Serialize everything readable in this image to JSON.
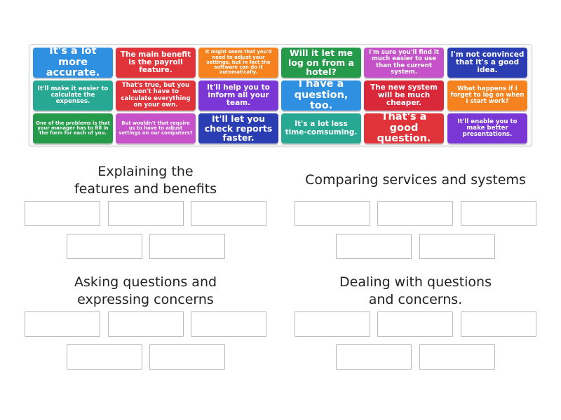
{
  "tiles": [
    "It's a lot more accurate.",
    "The main benefit is the payroll feature.",
    "It might seem that you'd need to adjust your settings, but in fact the software can do it automatically.",
    "Will it let me log on from a hotel?",
    "I'm sure you'll find it much easier to use than the current system.",
    "I'm not convinced that it's a good idea.",
    "It'll make it easier to calculate the expenses.",
    "That's true, but you won't have to calculate everything on your own.",
    "It'll help you to inform all your team.",
    "I have a question, too.",
    "The new system will be much cheaper.",
    "What happens if I forget to log on when I start work?",
    "One of the problems is that your manager has to fill in the form for each of you.",
    "But wouldn't that require us to have to adjust settings on our computers?",
    "It'll let you check reports faster.",
    "It's a lot less time-comsuming.",
    "That's a good question.",
    "It'll enable you to make better presentations."
  ],
  "categories": {
    "features": "Explaining the\nfeatures and benefits",
    "comparing": "Comparing services and systems",
    "asking": "Asking questions and\nexpressing concerns",
    "dealing": "Dealing with questions\nand concerns."
  },
  "colors": {
    "blue": "#2f8fe0",
    "red": "#e0343a",
    "orange": "#f5821f",
    "green": "#259a4a",
    "pink": "#c552c8",
    "navy": "#2a3db3",
    "teal": "#27a892",
    "purple": "#7b37d6",
    "crimson": "#d9283a"
  }
}
